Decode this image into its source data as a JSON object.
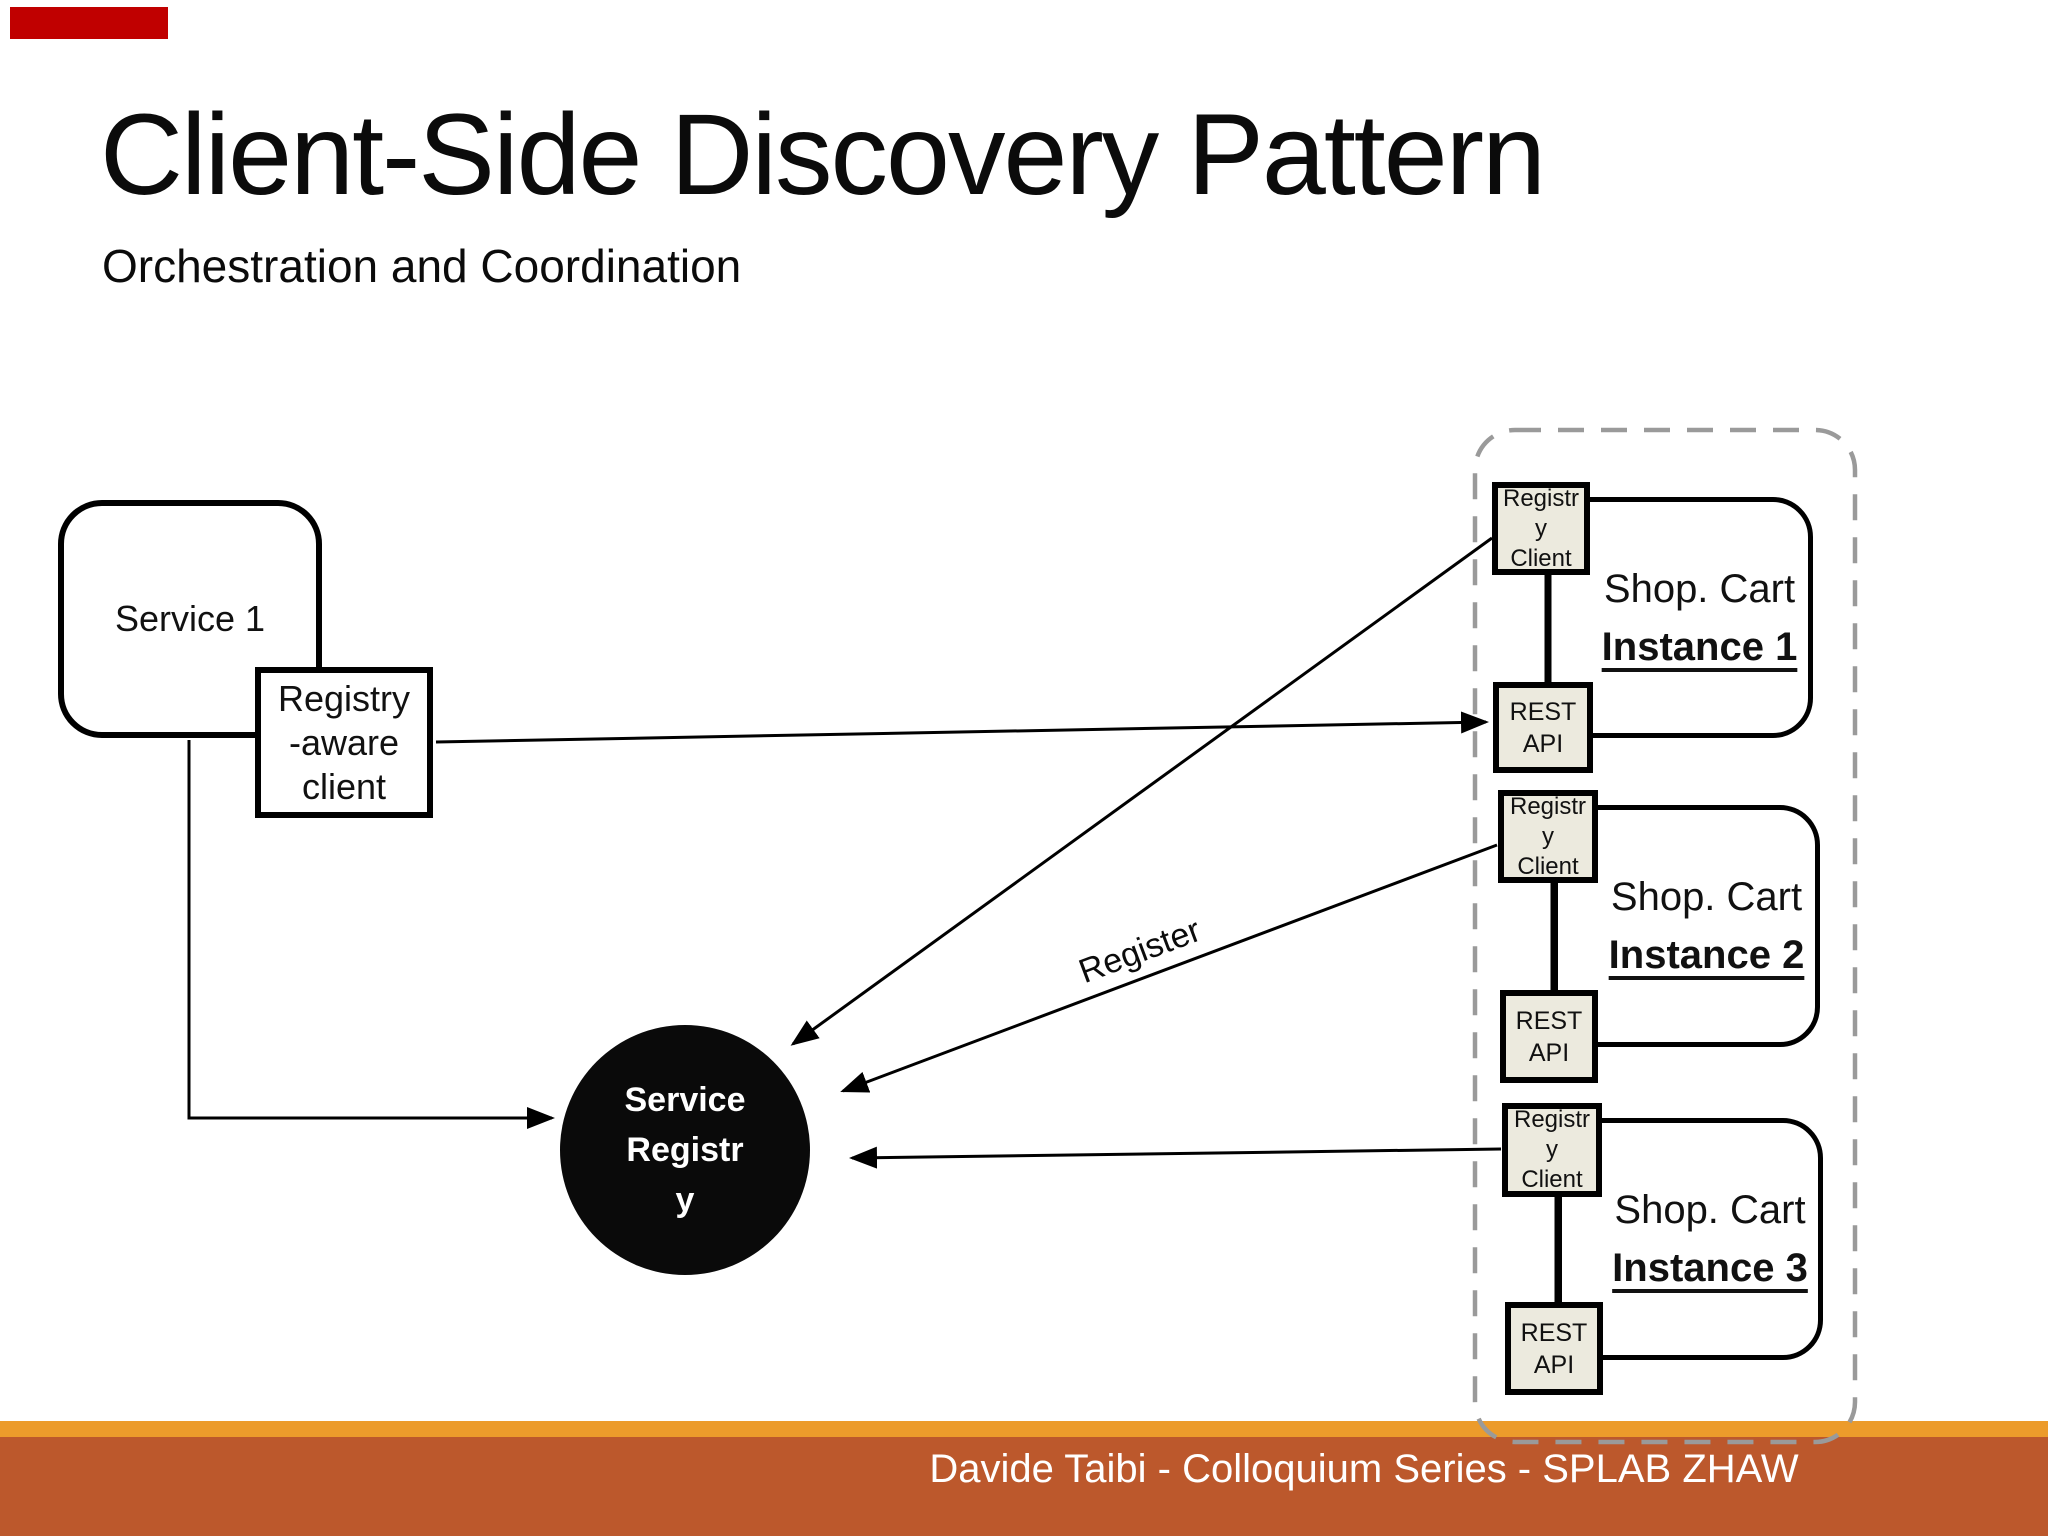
{
  "header": {
    "title": "Client-Side Discovery Pattern",
    "subtitle": "Orchestration and Coordination"
  },
  "diagram": {
    "service1_label": "Service 1",
    "registry_aware_client_lines": [
      "Registry",
      "-aware",
      "client"
    ],
    "service_registry_lines": [
      "Service",
      "Registr",
      "y"
    ],
    "register_arrow_label": "Register",
    "registry_client_lines": [
      "Registr",
      "y",
      "Client"
    ],
    "rest_api_lines": [
      "REST",
      "API"
    ],
    "instances": [
      {
        "title_line1": "Shop. Cart",
        "title_line2": "Instance 1"
      },
      {
        "title_line1": "Shop. Cart",
        "title_line2": "Instance 2"
      },
      {
        "title_line1": "Shop. Cart",
        "title_line2": "Instance 3"
      }
    ]
  },
  "footer": {
    "credit": "Davide Taibi - Colloquium Series - SPLAB ZHAW"
  },
  "colors": {
    "corner_marker": "#c00000",
    "footer_accent": "#ec9b2b",
    "footer_bar": "#bc582c",
    "node_fill_beige": "#eceade",
    "registry_circle_fill": "#0a0a0a",
    "dashed_border": "#9a9a9a"
  }
}
